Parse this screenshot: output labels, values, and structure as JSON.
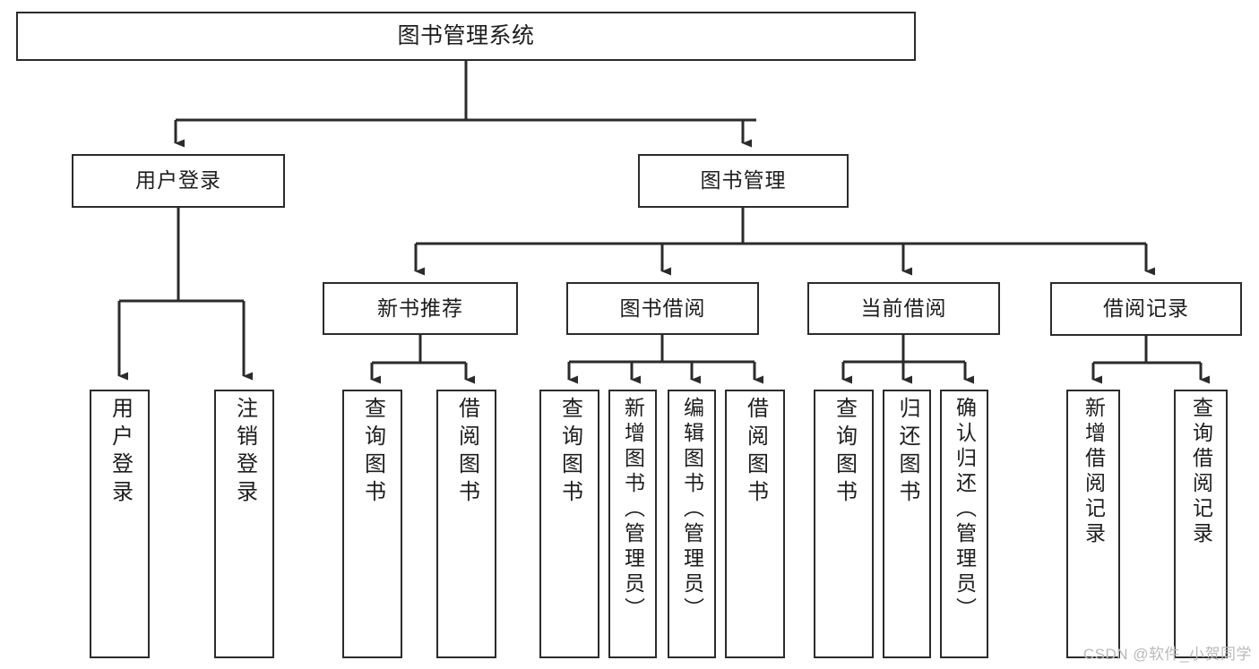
{
  "diagram": {
    "title": "图书管理系统",
    "type": "tree-hierarchy",
    "watermark": "CSDN @软件_小贺同学",
    "colors": {
      "stroke": "#2b2b2b",
      "fill": "#ffffff",
      "text": "#1d1d1d",
      "watermark": "#b9b9b9"
    },
    "root": {
      "label": "图书管理系统"
    },
    "level2": [
      {
        "id": "user-login",
        "label": "用户登录"
      },
      {
        "id": "book-manage",
        "label": "图书管理"
      }
    ],
    "level3": [
      {
        "id": "new-book-rec",
        "label": "新书推荐"
      },
      {
        "id": "book-borrow",
        "label": "图书借阅"
      },
      {
        "id": "current-borrow",
        "label": "当前借阅"
      },
      {
        "id": "borrow-record",
        "label": "借阅记录"
      }
    ],
    "leaves": {
      "user_login": [
        {
          "id": "leaf-user-login",
          "label": "用户登录"
        },
        {
          "id": "leaf-logout",
          "label": "注销登录"
        }
      ],
      "new_book_rec": [
        {
          "id": "leaf-query-book-1",
          "label": "查询图书"
        },
        {
          "id": "leaf-borrow-book-1",
          "label": "借阅图书"
        }
      ],
      "book_borrow": [
        {
          "id": "leaf-query-book-2",
          "label": "查询图书"
        },
        {
          "id": "leaf-add-book",
          "label": "新增图书（管理员）"
        },
        {
          "id": "leaf-edit-book",
          "label": "编辑图书（管理员）"
        },
        {
          "id": "leaf-borrow-book-2",
          "label": "借阅图书"
        }
      ],
      "current_borrow": [
        {
          "id": "leaf-query-book-3",
          "label": "查询图书"
        },
        {
          "id": "leaf-return-book",
          "label": "归还图书"
        },
        {
          "id": "leaf-confirm-return",
          "label": "确认归还（管理员）"
        }
      ],
      "borrow_record": [
        {
          "id": "leaf-add-record",
          "label": "新增借阅记录"
        },
        {
          "id": "leaf-query-record",
          "label": "查询借阅记录"
        }
      ]
    }
  }
}
